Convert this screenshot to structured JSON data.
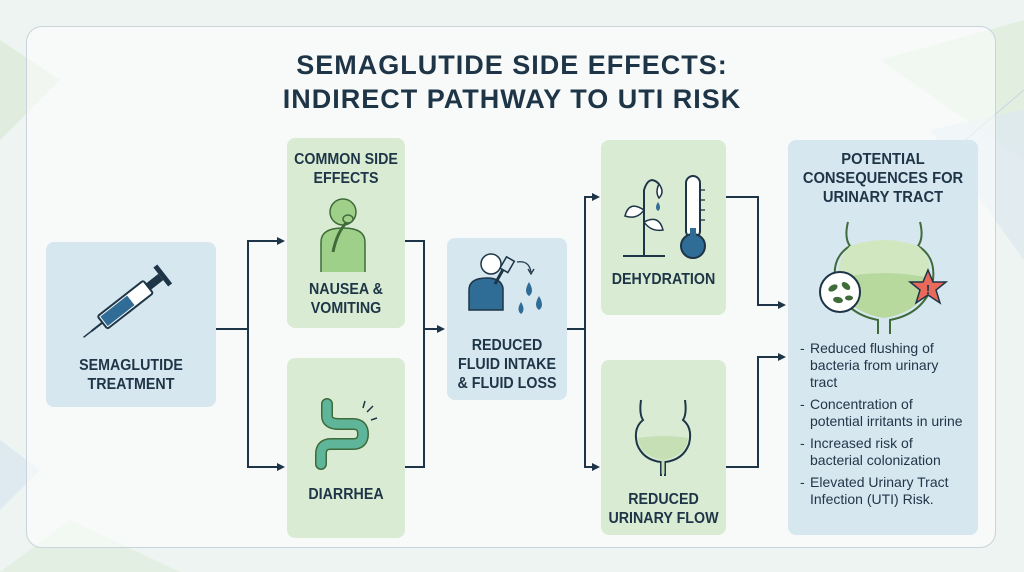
{
  "title": {
    "line1": "SEMAGLUTIDE SIDE EFFECTS:",
    "line2": "INDIRECT PATHWAY TO UTI RISK"
  },
  "treatment": {
    "line1": "SEMAGLUTIDE",
    "line2": "TREATMENT"
  },
  "side_effects": {
    "header_line1": "COMMON SIDE",
    "header_line2": "EFFECTS",
    "nausea_line1": "NAUSEA &",
    "nausea_line2": "VOMITING"
  },
  "diarrhea": {
    "label": "DIARRHEA"
  },
  "fluid": {
    "line1": "REDUCED",
    "line2": "FLUID INTAKE",
    "line3": "& FLUID LOSS"
  },
  "dehydration": {
    "label": "DEHYDRATION"
  },
  "urinary_flow": {
    "line1": "REDUCED",
    "line2": "URINARY FLOW"
  },
  "consequences": {
    "title_line1": "POTENTIAL",
    "title_line2": "CONSEQUENCES FOR",
    "title_line3": "URINARY TRACT",
    "bullets": [
      {
        "line1": "Reduced flushing of",
        "line2": "bacteria from urinary",
        "line3": "tract"
      },
      {
        "line1": "Concentration of",
        "line2": "potential irritants in urine"
      },
      {
        "line1": "Increased risk of",
        "line2": "bacterial colonization"
      },
      {
        "line1": "Elevated Urinary Tract",
        "line2": "Infection (UTI) Risk."
      }
    ]
  },
  "colors": {
    "navy": "#1e3547",
    "card_blue": "#d6e7ef",
    "card_green": "#d9ecd3",
    "icon_green": "#9fd08a",
    "icon_blue": "#2f6c96",
    "alert_red": "#e96a5a"
  }
}
